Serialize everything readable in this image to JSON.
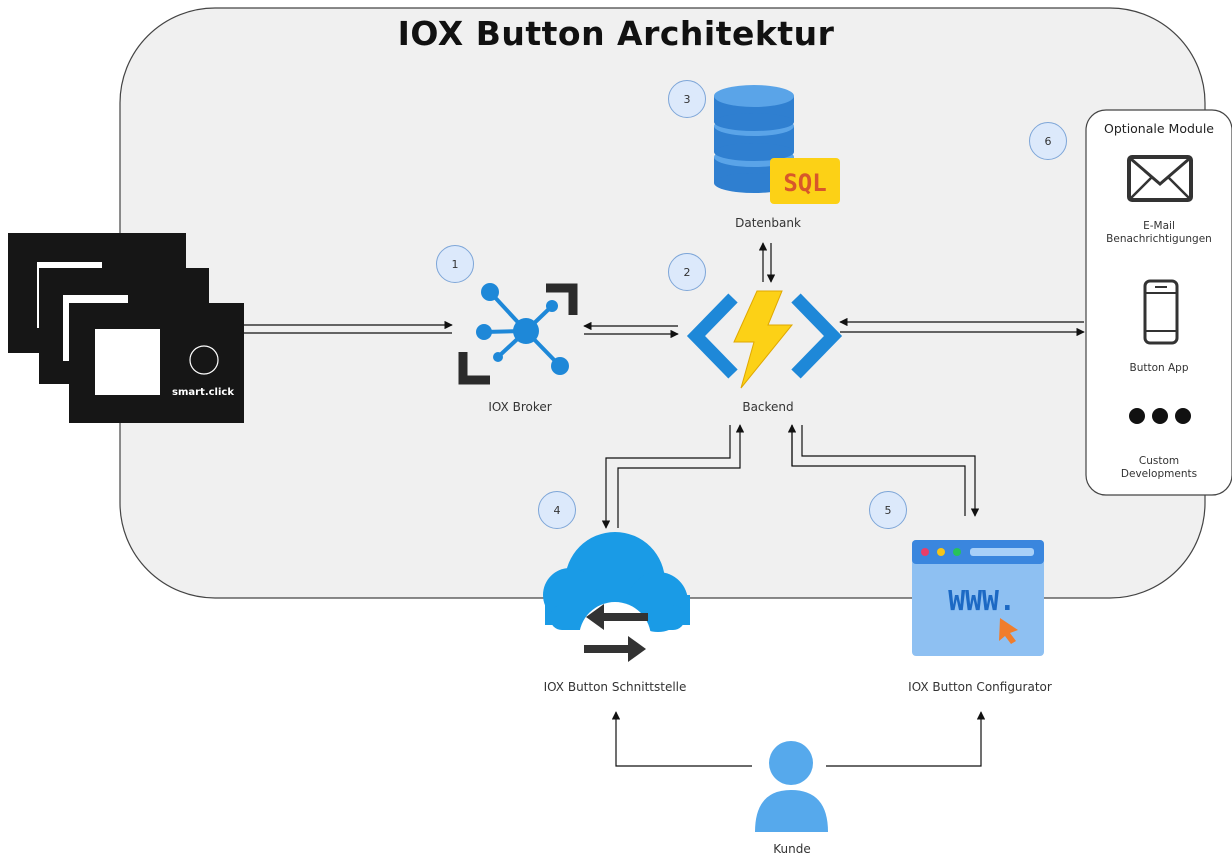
{
  "title": "IOX Button Architektur",
  "nodes": {
    "broker": "IOX Broker",
    "backend": "Backend",
    "database": "Datenbank",
    "interface": "IOX Button Schnittstelle",
    "configurator": "IOX Button Configurator",
    "customer": "Kunde"
  },
  "badges": [
    "1",
    "2",
    "3",
    "4",
    "5",
    "6"
  ],
  "sql_text": "SQL",
  "www_text": "WWW.",
  "device_brand": "smart.click",
  "optional_modules": {
    "title": "Optionale Module",
    "items": [
      {
        "line1": "E-Mail",
        "line2": "Benachrichtigungen",
        "icon": "envelope-icon"
      },
      {
        "line1": "Button App",
        "line2": "",
        "icon": "smartphone-icon"
      },
      {
        "line1": "Custom",
        "line2": "Developments",
        "icon": "three-dots-icon"
      }
    ]
  },
  "colors": {
    "container_bg": "#f0f0f0",
    "badge_bg": "#dce9fb",
    "azure_blue": "#1e88d8",
    "bolt_yellow": "#fcd116",
    "sql_yellow": "#fcd116",
    "cloud_blue": "#1a9be6",
    "user_blue": "#4fa3e6",
    "browser_blue": "#5b9fe6"
  }
}
